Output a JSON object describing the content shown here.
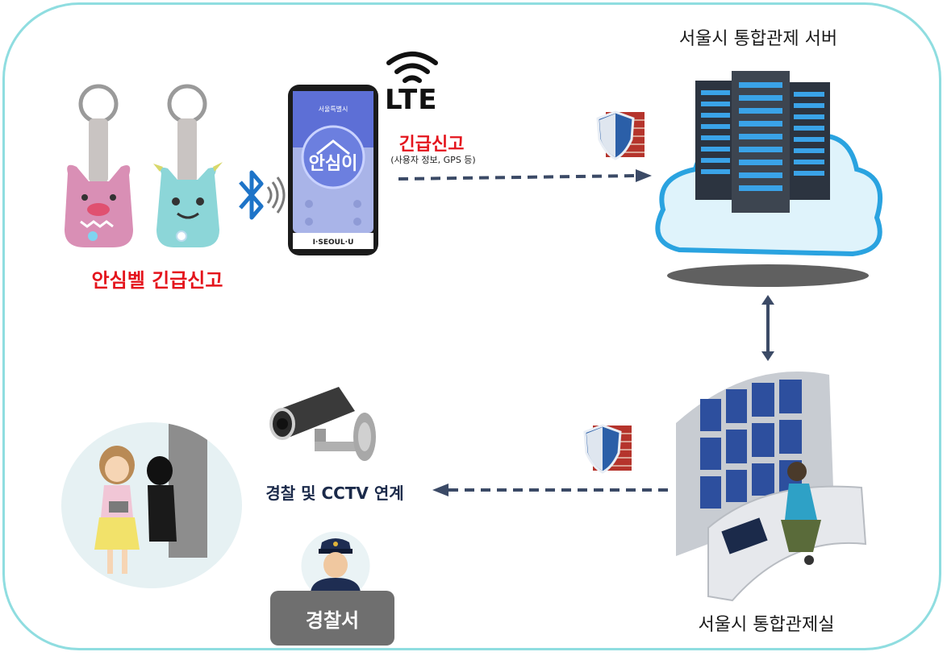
{
  "diagram": {
    "server_label": "서울시 통합관제 서버",
    "control_center_label": "서울시 통합관제실",
    "bell_label": "안심벨 긴급신고",
    "report_title": "긴급신고",
    "report_subtitle": "(사용자 정보, GPS 등)",
    "network_label": "LTE",
    "police_link_label": "경찰 및 CCTV 연계",
    "police_station_label": "경찰서",
    "app": {
      "name": "안심이",
      "brand": "서울특별시",
      "footer": "I·SEOUL·U"
    }
  },
  "colors": {
    "frame": "#8fdde0",
    "emergency_red": "#e4141c",
    "arrow": "#3b4a66",
    "police_text": "#1b2a4a",
    "station_bg": "#6f6f6f"
  },
  "icons": [
    "keyring-bell-pink",
    "keyring-bell-blue",
    "bluetooth-icon",
    "smartphone",
    "wifi-icon",
    "firewall-shield-icon",
    "cloud-server",
    "cctv-camera-icon",
    "police-officer-avatar",
    "victim-scene",
    "control-room"
  ]
}
